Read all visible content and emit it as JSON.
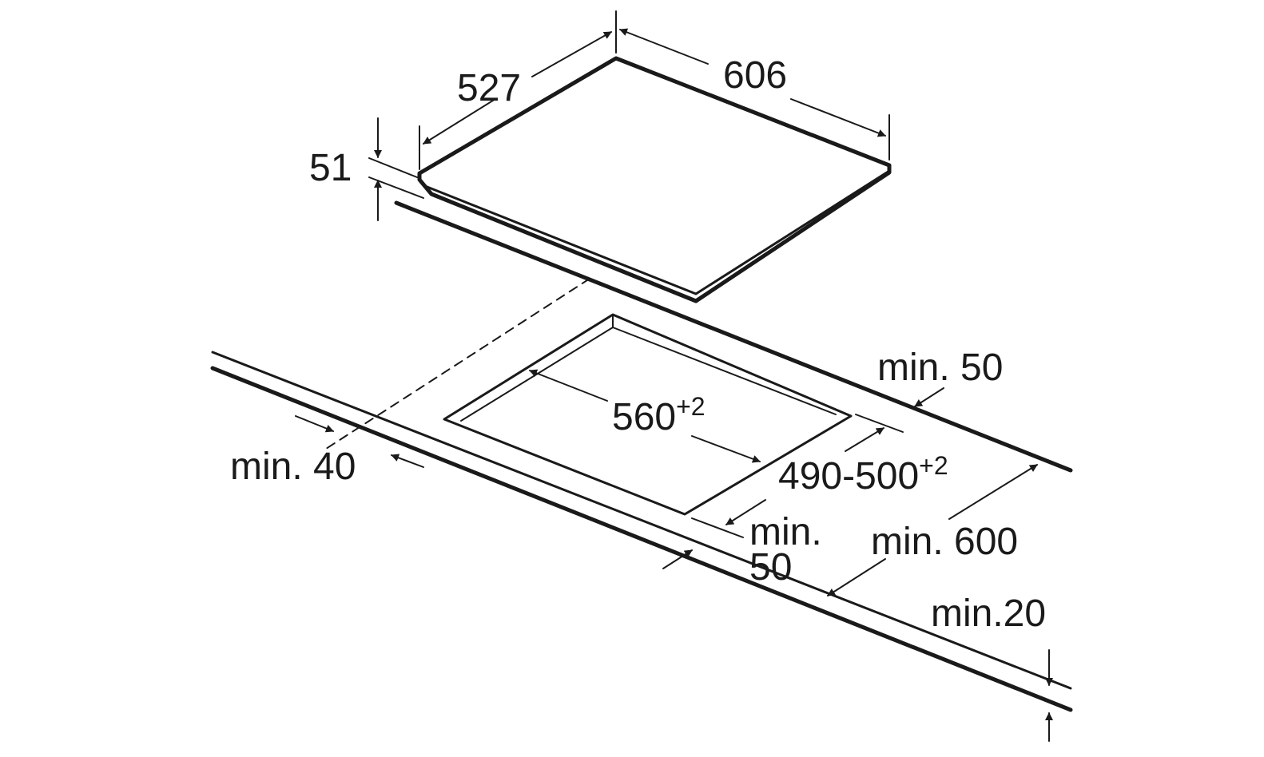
{
  "hob": {
    "width": "606",
    "depth": "527",
    "height": "51"
  },
  "cutout": {
    "width_value": "560",
    "width_tolerance": "+2",
    "depth_value": "490-500",
    "depth_tolerance": "+2"
  },
  "clearances": {
    "rear_to_wall": "min. 50",
    "side": "min. 40",
    "front_line1": "min.",
    "front_line2": "50",
    "worktop_depth": "min. 600",
    "worktop_thickness": "min.20"
  }
}
